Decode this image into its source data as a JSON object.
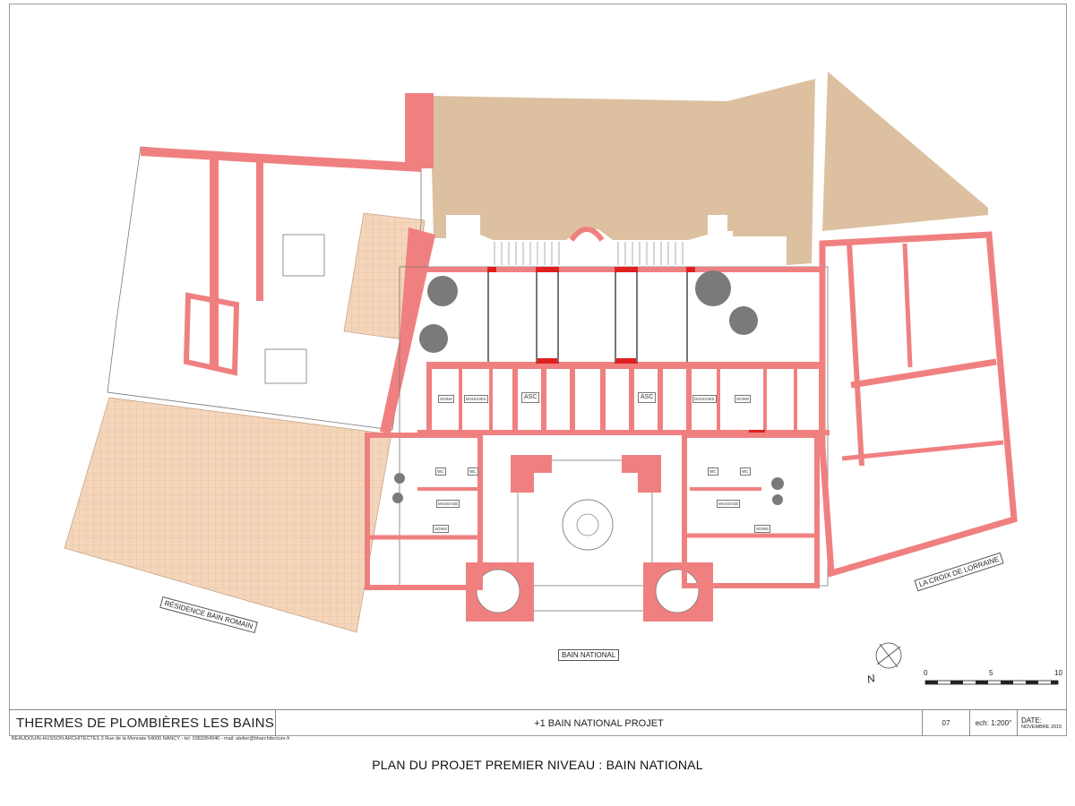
{
  "title_block": {
    "project": "THERMES DE PLOMBIÈRES LES BAINS",
    "drawing": "+1 BAIN NATIONAL PROJET",
    "sheet_number": "07",
    "scale": "ech: 1:200°",
    "date_label": "DATE:",
    "date_value": "NOVEMBRE 2015"
  },
  "architects": "BEAUDOUIN-HUSSON ARCHITECTES    3 Rue de la Monnaie 54000 NANCY - tel: 0383364946 - mail: atelier@bharchitecture.fr",
  "caption": "PLAN DU PROJET  PREMIER NIVEAU : BAIN NATIONAL",
  "street_labels": {
    "residence": "RÉSIDENCE BAIN ROMAIN",
    "bain_national": "BAIN NATIONAL",
    "croix": "LA CROIX DE LORRAINE"
  },
  "rooms": {
    "soins": "SOINS",
    "douches": "DOUCHES",
    "asc": "ASC",
    "wc": "WC",
    "massage": "MASSAGE"
  },
  "scale_bar": {
    "ticks": [
      "0",
      "5",
      "10"
    ]
  },
  "north": "N",
  "colors": {
    "wall": "#f08080",
    "wall_dark": "#e02020",
    "terrain": "#dcc0a0",
    "hatch": "#f2d2b6",
    "tree": "#707070"
  }
}
